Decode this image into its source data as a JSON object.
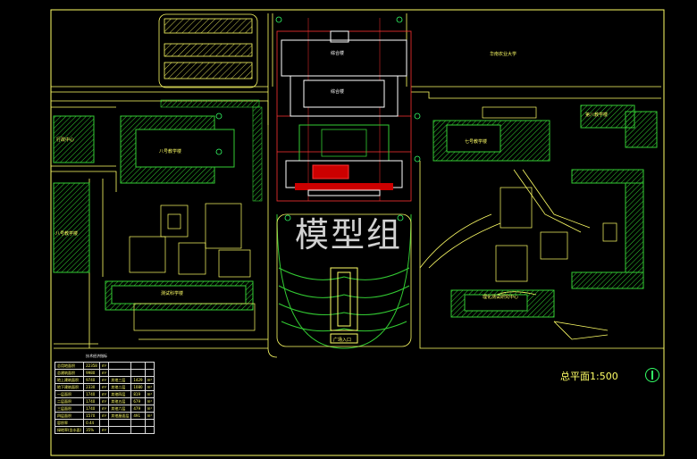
{
  "drawing": {
    "title": "总平面1:500",
    "watermark": "模型组",
    "labels": {
      "university": "华南农业大学",
      "building_north": "综合楼",
      "building_center": "综合楼",
      "building_west": "八号教学楼",
      "building_lab": "测试科学楼",
      "building_east": "七号教学楼",
      "building_east2": "第八教学楼",
      "building_se": "理化测试研究中心",
      "building_far_west": "八号教学楼",
      "building_left": "行政中心",
      "gate": "广场入口"
    },
    "colors": {
      "background": "#000000",
      "line": "#ffff66",
      "building": "#33cc33",
      "grid": "#ff3333",
      "white": "#ffffff",
      "accent": "#ff0000"
    }
  },
  "stats_table": {
    "title": "技术经济指标",
    "rows": [
      [
        "总用地面积",
        "22358",
        "m²",
        "",
        "",
        ""
      ],
      [
        "总建筑面积",
        "9980",
        "m²",
        "",
        "",
        ""
      ],
      [
        "地上建筑面积",
        "9740",
        "m²",
        "其他三层",
        "1429",
        "m²"
      ],
      [
        "地下建筑面积",
        "2330",
        "m²",
        "其他二层",
        "1080",
        "m²"
      ],
      [
        "一层面积",
        "1740",
        "m²",
        "其他四层",
        "819",
        "m²"
      ],
      [
        "二层面积",
        "1740",
        "m²",
        "其他五层",
        "679",
        "m²"
      ],
      [
        "三层面积",
        "1740",
        "m²",
        "其他六层",
        "479",
        "m²"
      ],
      [
        "四层面积",
        "1570",
        "m²",
        "其他屋面层",
        "491",
        "m²"
      ],
      [
        "容积率",
        "0.44",
        "",
        "",
        "",
        ""
      ],
      [
        "绿地率(含水面)",
        "35%",
        "m²",
        "",
        "",
        ""
      ]
    ]
  }
}
